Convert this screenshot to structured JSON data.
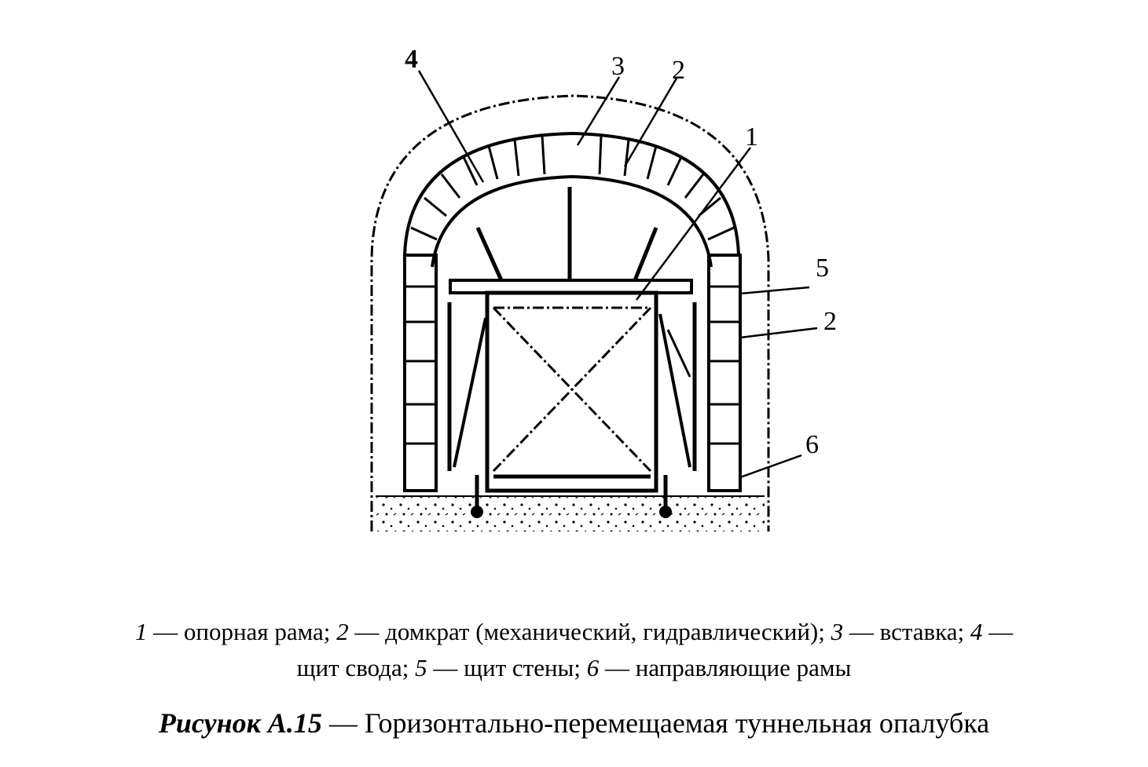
{
  "callouts": [
    {
      "id": "4",
      "label": "4"
    },
    {
      "id": "3",
      "label": "3"
    },
    {
      "id": "2",
      "label": "2"
    },
    {
      "id": "1",
      "label": "1"
    },
    {
      "id": "5",
      "label": "5"
    },
    {
      "id": "2b",
      "label": "2"
    },
    {
      "id": "6",
      "label": "6"
    }
  ],
  "legend": {
    "line1": [
      {
        "num": "1",
        "text": " — опорная рама; "
      },
      {
        "num": "2",
        "text": " — домкрат (механический, гидравлический); "
      },
      {
        "num": "3",
        "text": " — вставка; "
      },
      {
        "num": "4",
        "text": " —"
      }
    ],
    "line2": [
      {
        "num": "",
        "text": "щит свода; "
      },
      {
        "num": "5",
        "text": " — щит стены; "
      },
      {
        "num": "6",
        "text": " — направляющие рамы"
      }
    ]
  },
  "caption": {
    "label": "Рисунок А.15",
    "text": " — Горизонтально-перемещаемая туннельная опалубка"
  }
}
